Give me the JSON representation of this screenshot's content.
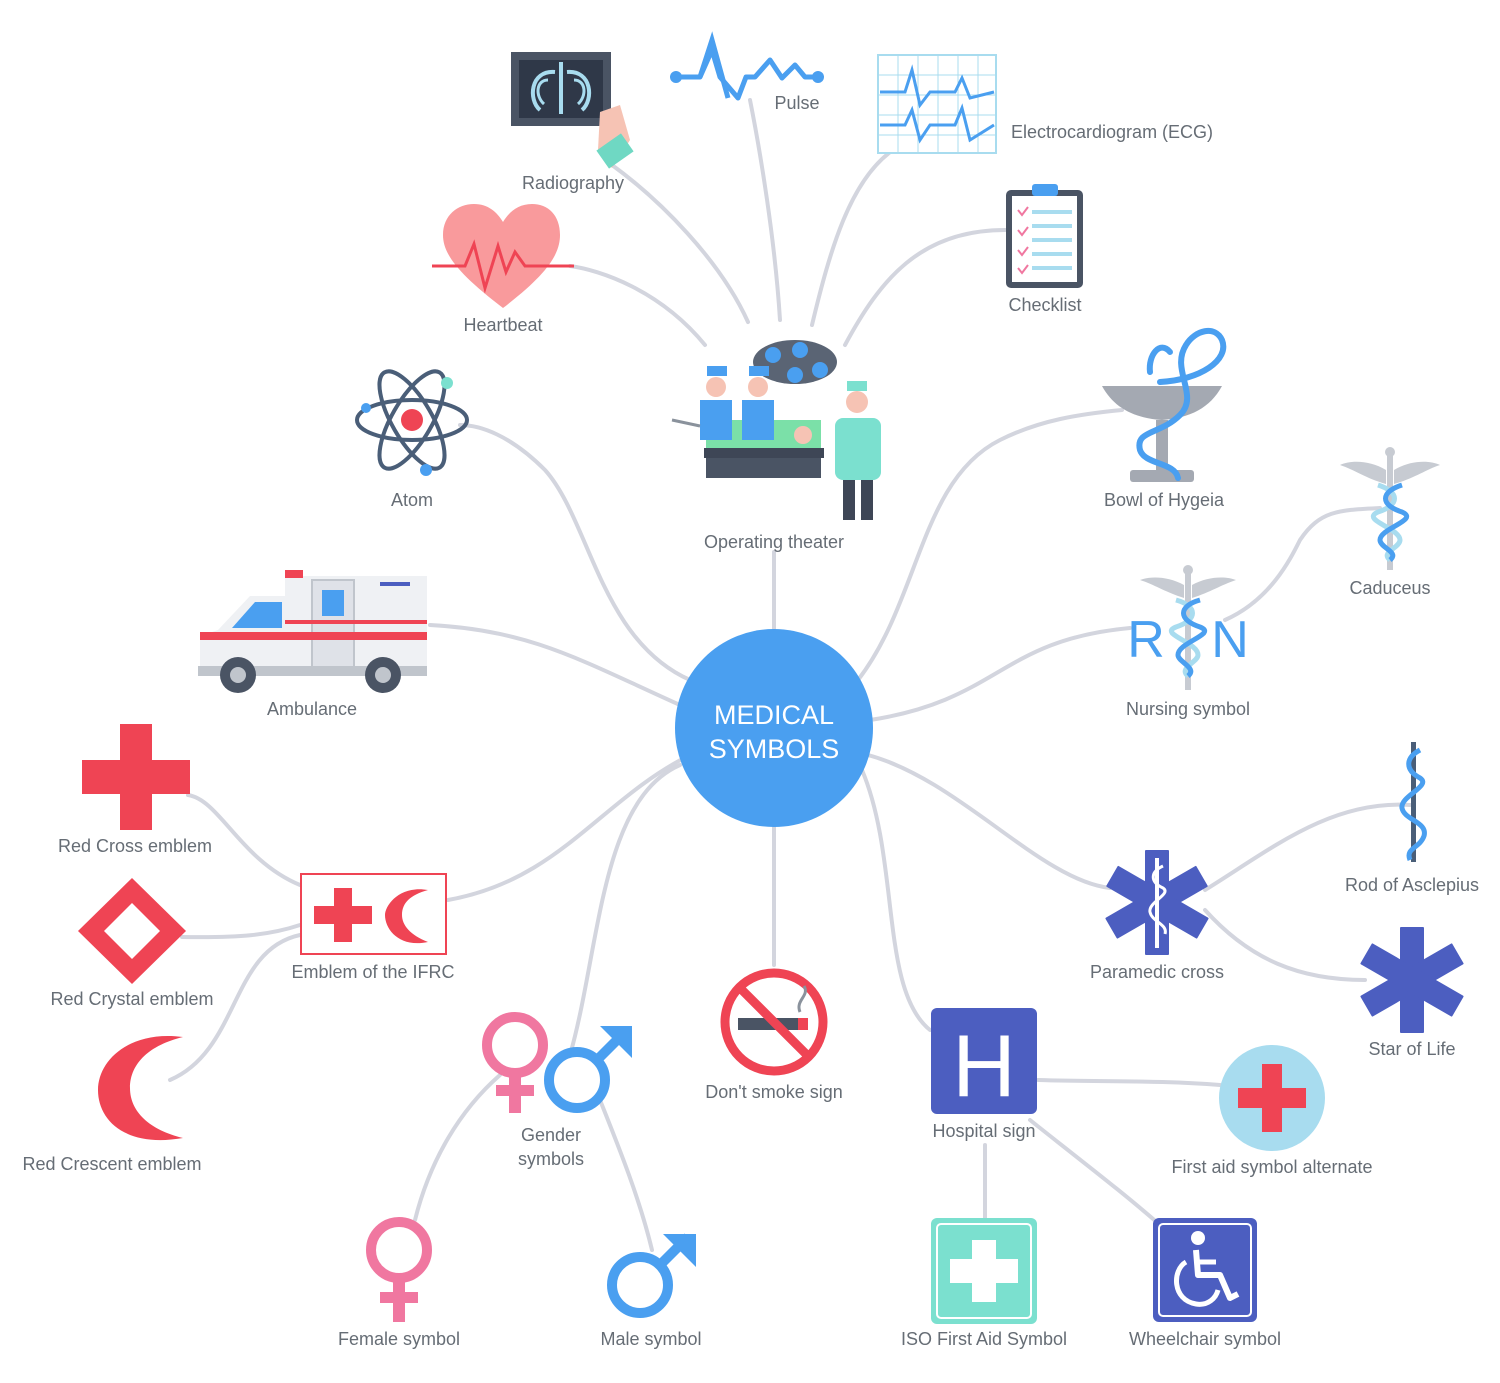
{
  "center": {
    "line1": "MEDICAL",
    "line2": "SYMBOLS"
  },
  "labels": {
    "radiography": "Radiography",
    "pulse": "Pulse",
    "ecg": "Electrocardiogram (ECG)",
    "checklist": "Checklist",
    "heartbeat": "Heartbeat",
    "atom": "Atom",
    "operating": "Operating theater",
    "hygeia": "Bowl of Hygeia",
    "caduceus": "Caduceus",
    "ambulance": "Ambulance",
    "nursing": "Nursing symbol",
    "red_cross": "Red Cross emblem",
    "red_crystal": "Red Crystal emblem",
    "ifrc": "Emblem of the IFRC",
    "red_crescent": "Red Crescent emblem",
    "rod": "Rod of Asclepius",
    "paramedic": "Paramedic cross",
    "star_of_life": "Star of Life",
    "no_smoking": "Don't smoke sign",
    "gender_line1": "Gender",
    "gender_line2": "symbols",
    "hospital": "Hospital sign",
    "first_aid_alt": "First aid symbol alternate",
    "female": "Female symbol",
    "male": "Male symbol",
    "iso_first_aid": "ISO First Aid Symbol",
    "wheelchair": "Wheelchair symbol"
  },
  "glyphs": {
    "rn_r": "R",
    "rn_n": "N",
    "hospital_h": "H"
  },
  "colors": {
    "center": "#4a9ff0",
    "connector": "#d3d5de",
    "red": "#ef4454",
    "blue": "#4c5ec0",
    "pink": "#f077a0",
    "male_blue": "#4a9ff0",
    "mint": "#7be0cf",
    "label": "#666d75"
  }
}
